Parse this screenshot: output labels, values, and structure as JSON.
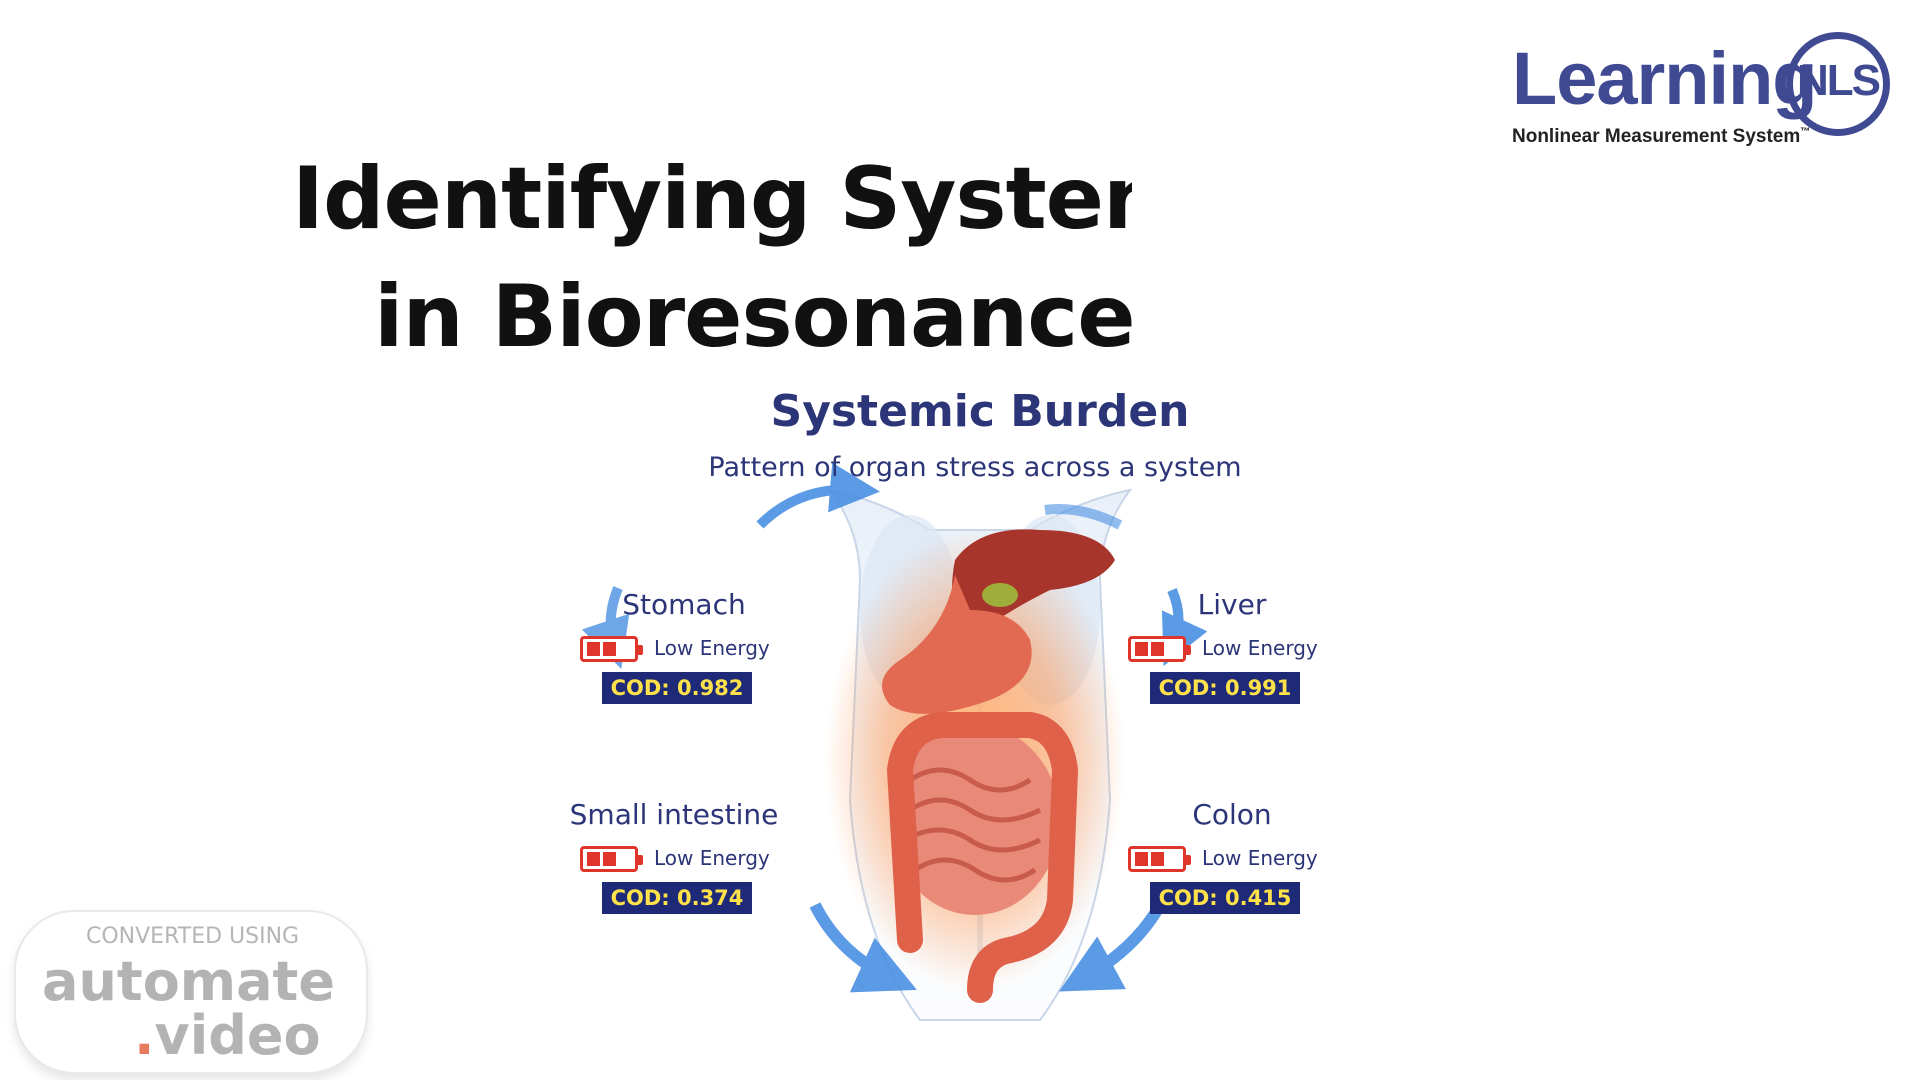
{
  "slide": {
    "title_line1": "Identifying Systen",
    "title_line2": "in Bioresonance"
  },
  "logo": {
    "word": "Learning",
    "subtitle": "Nonlinear Measurement System",
    "trademark": "™",
    "mark": "NLS"
  },
  "infographic": {
    "title": "Systemic Burden",
    "subtitle": "Pattern of organ stress across a system",
    "organs": [
      {
        "name": "Stomach",
        "status": "Low Energy",
        "cod": "COD: 0.982",
        "battery_level": 0.4
      },
      {
        "name": "Liver",
        "status": "Low Energy",
        "cod": "COD: 0.991",
        "battery_level": 0.4
      },
      {
        "name": "Small intestine",
        "status": "Low Energy",
        "cod": "COD: 0.374",
        "battery_level": 0.4
      },
      {
        "name": "Colon",
        "status": "Low Energy",
        "cod": "COD: 0.415",
        "battery_level": 0.4
      }
    ]
  },
  "watermark": {
    "caption": "CONVERTED USING",
    "word1": "automate",
    "word2_dot": ".",
    "word2": "video"
  },
  "colors": {
    "title_text": "#111111",
    "brand_navy": "#2c3578",
    "logo_blue": "#3f4a93",
    "badge_bg": "#1e2a78",
    "badge_text": "#ffe24a",
    "battery_red": "#e0352b",
    "arrow_blue": "#4a90e2"
  }
}
